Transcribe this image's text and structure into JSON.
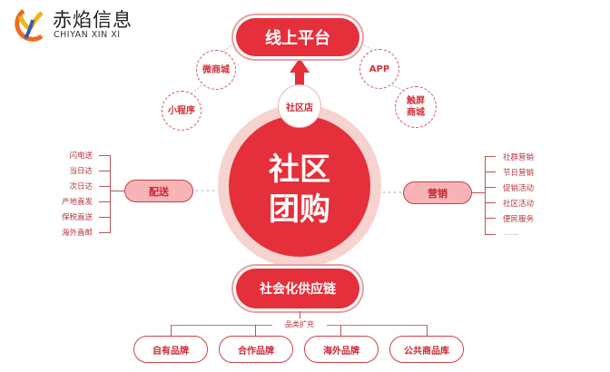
{
  "logo": {
    "name_cn": "赤焰信息",
    "name_en": "CHIYAN XIN XI"
  },
  "top": {
    "platform": "线上平台",
    "channels": [
      "微商城",
      "小程序",
      "APP",
      "触屏商城"
    ],
    "store": "社区店"
  },
  "center": {
    "line1": "社区",
    "line2": "团购"
  },
  "delivery": {
    "label": "配送",
    "items": [
      "闪电送",
      "当日达",
      "次日达",
      "产地直发",
      "保税直送",
      "海外直邮"
    ]
  },
  "marketing": {
    "label": "营销",
    "items": [
      "社群营销",
      "节日营销",
      "促销活动",
      "社区活动",
      "便民服务",
      "……"
    ]
  },
  "supply": {
    "label": "社会化供应链",
    "expand": "品类扩充",
    "brands": [
      "自有品牌",
      "合作品牌",
      "海外品牌",
      "公共商品库"
    ]
  },
  "colors": {
    "primary": "#e52f3a",
    "pink": "#f8b3b6"
  }
}
